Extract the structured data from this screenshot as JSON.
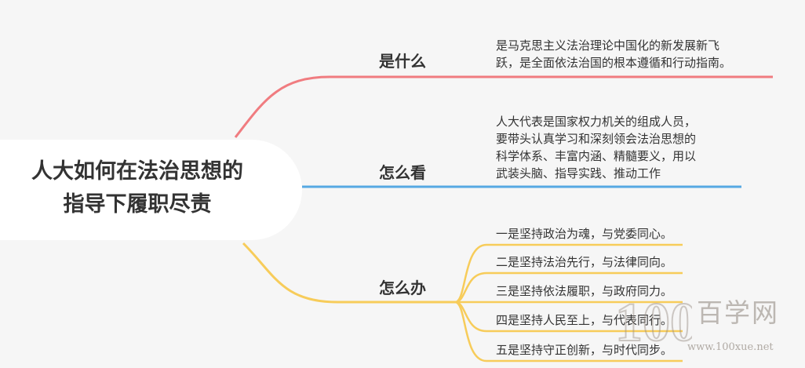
{
  "root": {
    "line1": "人大如何在法治思想的",
    "line2": "指导下履职尽责"
  },
  "branches": [
    {
      "label": "是什么",
      "color": "#f07c80",
      "text": [
        "是马克思主义法治理论中国化的新发展新飞",
        "跃，是全面依法治国的根本遵循和行动指南。"
      ]
    },
    {
      "label": "怎么看",
      "color": "#56a9e3",
      "text": [
        "人大代表是国家权力机关的组成人员，",
        "要带头认真学习和深刻领会法治思想的",
        "科学体系、丰富内涵、精髓要义，用以",
        "武装头脑、指导实践、推动工作"
      ]
    },
    {
      "label": "怎么办",
      "color": "#f7cc5a",
      "items": [
        "一是坚持政治为魂，与党委同心。",
        "二是坚持法治先行，与法律同向。",
        "三是坚持依法履职，与政府同力。",
        "四是坚持人民至上，与代表同行。",
        "五是坚持守正创新，与时代同步。"
      ]
    }
  ],
  "watermark": {
    "logo": "100",
    "brand": "百学网",
    "url": "www.100xue.net"
  }
}
